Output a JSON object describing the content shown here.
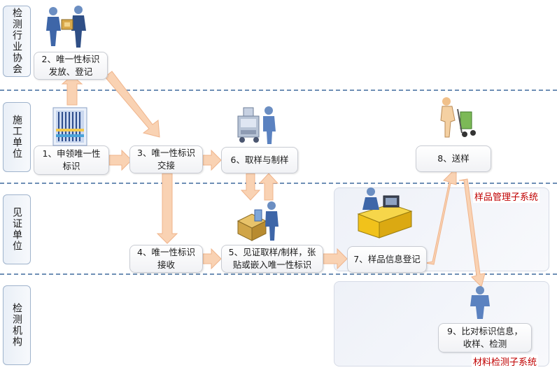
{
  "lanes": [
    {
      "label": "检测行业协会"
    },
    {
      "label": "施工单位"
    },
    {
      "label": "见证单位"
    },
    {
      "label": "检测机构"
    }
  ],
  "subsystems": {
    "sample_mgmt": "样品管理子系统",
    "material_test": "材料检测子系统"
  },
  "steps": {
    "s1": "1、申领唯一性\n标识",
    "s2": "2、唯一性标识\n发放、登记",
    "s3": "3、唯一性标识\n交接",
    "s4": "4、唯一性标识\n接收",
    "s5": "5、见证取样/制样，张\n贴或嵌入唯一性标识",
    "s6": "6、取样与制样",
    "s7": "7、样品信息登记",
    "s8": "8、送样",
    "s9": "9、比对标识信息，\n收样、检测"
  },
  "icons": [
    "handover-people-icon",
    "id-tag-sheet-icon",
    "lab-worker-machine-icon",
    "witness-sampling-icon",
    "office-desk-computer-icon",
    "porter-cart-icon",
    "receiver-person-icon"
  ],
  "colors": {
    "arrow": "#f9d2b3",
    "arrow_stroke": "#f0b48b",
    "lane_border": "#9fb3cc",
    "divider": "#6e8fb5",
    "subsystem_label": "#c00000"
  }
}
